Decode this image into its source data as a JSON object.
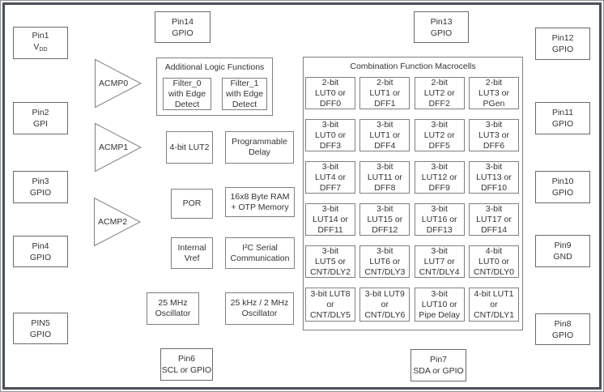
{
  "sections": {
    "alf_title": "Additional Logic Functions",
    "cfm_title": "Combination Function Macrocells"
  },
  "pins": {
    "pin1": {
      "name": "Pin1",
      "func_main": "V",
      "func_sub": "DD"
    },
    "pin2": {
      "name": "Pin2",
      "func": "GPI"
    },
    "pin3": {
      "name": "Pin3",
      "func": "GPIO"
    },
    "pin4": {
      "name": "Pin4",
      "func": "GPIO"
    },
    "pin5": {
      "name": "PIN5",
      "func": "GPIO"
    },
    "pin6": {
      "name": "Pin6",
      "func": "SCL or GPIO"
    },
    "pin7": {
      "name": "Pin7",
      "func": "SDA or GPIO"
    },
    "pin8": {
      "name": "Pin8",
      "func": "GPIO"
    },
    "pin9": {
      "name": "Pin9",
      "func": "GND"
    },
    "pin10": {
      "name": "Pin10",
      "func": "GPIO"
    },
    "pin11": {
      "name": "Pin11",
      "func": "GPIO"
    },
    "pin12": {
      "name": "Pin12",
      "func": "GPIO"
    },
    "pin13": {
      "name": "Pin13",
      "func": "GPIO"
    },
    "pin14": {
      "name": "Pin14",
      "func": "GPIO"
    }
  },
  "comparators": {
    "acmp0": "ACMP0",
    "acmp1": "ACMP1",
    "acmp2": "ACMP2"
  },
  "blocks": {
    "filter0": "Filter_0\nwith Edge\nDetect",
    "filter1": "Filter_1\nwith Edge\nDetect",
    "lut2_4bit": "4-bit LUT2",
    "prog_delay": "Programmable\nDelay",
    "por": "POR",
    "ram_otp": "16x8 Byte RAM\n+ OTP Memory",
    "vref": "Internal\nVref",
    "i2c": "I²C Serial\nCommunication",
    "osc_25mhz": "25 MHz\nOscillator",
    "osc_25khz": "25 kHz / 2 MHz\nOscillator"
  },
  "macrocells": [
    "2-bit\nLUT0 or\nDFF0",
    "2-bit\nLUT1 or\nDFF1",
    "2-bit\nLUT2 or\nDFF2",
    "2-bit\nLUT3 or\nPGen",
    "3-bit\nLUT0 or\nDFF3",
    "3-bit\nLUT1 or\nDFF4",
    "3-bit\nLUT2 or\nDFF5",
    "3-bit\nLUT3 or\nDFF6",
    "3-bit\nLUT4 or\nDFF7",
    "3-bit\nLUT11 or\nDFF8",
    "3-bit\nLUT12 or\nDFF9",
    "3-bit\nLUT13 or\nDFF10",
    "3-bit\nLUT14 or\nDFF11",
    "3-bit\nLUT15 or\nDFF12",
    "3-bit\nLUT16 or\nDFF13",
    "3-bit\nLUT17 or\nDFF14",
    "3-bit\nLUT5 or\nCNT/DLY2",
    "3-bit\nLUT6 or\nCNT/DLY3",
    "3-bit\nLUT7 or\nCNT/DLY4",
    "4-bit\nLUT0 or\nCNT/DLY0",
    "3-bit LUT8\nor\nCNT/DLY5",
    "3-bit LUT9\nor\nCNT/DLY6",
    "3-bit\nLUT10 or\nPipe Delay",
    "4-bit LUT1\nor\nCNT/DLY1"
  ],
  "colors": {
    "text": "#333333",
    "box_border": "#7f7f7f",
    "pin_border": "#6a6a6a",
    "frame": "#4a4f57",
    "background": "#ffffff"
  }
}
